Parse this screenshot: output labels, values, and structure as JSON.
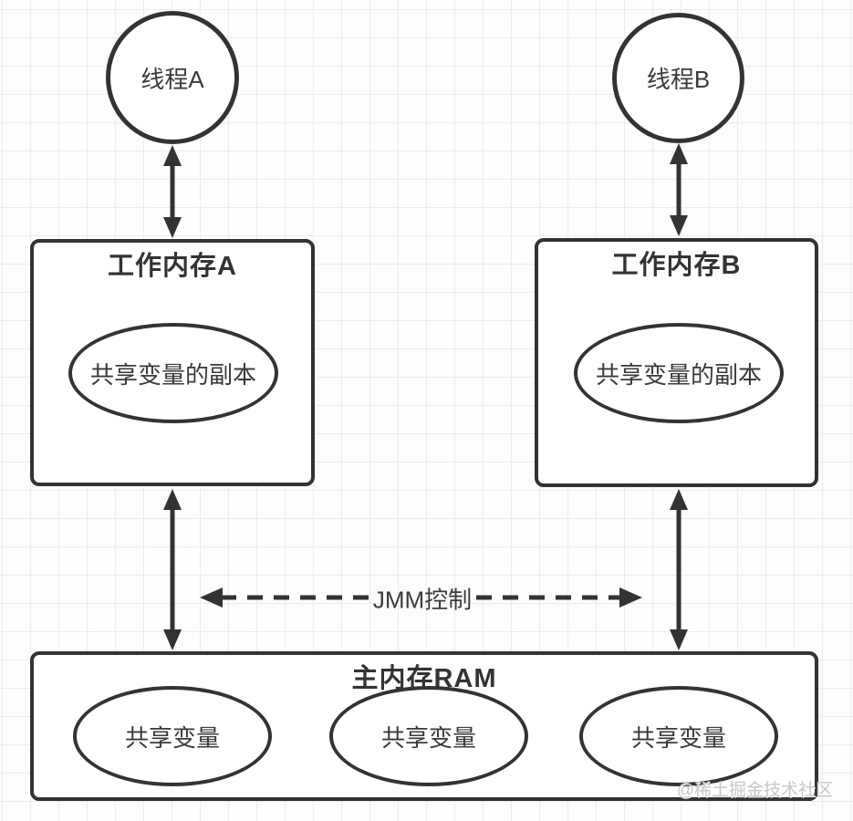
{
  "diagram": {
    "threads": {
      "a": "线程A",
      "b": "线程B"
    },
    "working_memory_a": {
      "title": "工作内存A",
      "variable": "共享变量的副本"
    },
    "working_memory_b": {
      "title": "工作内存B",
      "variable": "共享变量的副本"
    },
    "jmm_control_label": "JMM控制",
    "main_memory": {
      "title": "主内存RAM",
      "variables": [
        "共享变量",
        "共享变量",
        "共享变量"
      ]
    },
    "watermark": "@稀土掘金技术社区"
  },
  "colors": {
    "stroke": "#333333",
    "text": "#3a3a3a",
    "background": "#fdfdfd",
    "grid_line": "#ececec",
    "watermark": "#c6c6c6"
  }
}
